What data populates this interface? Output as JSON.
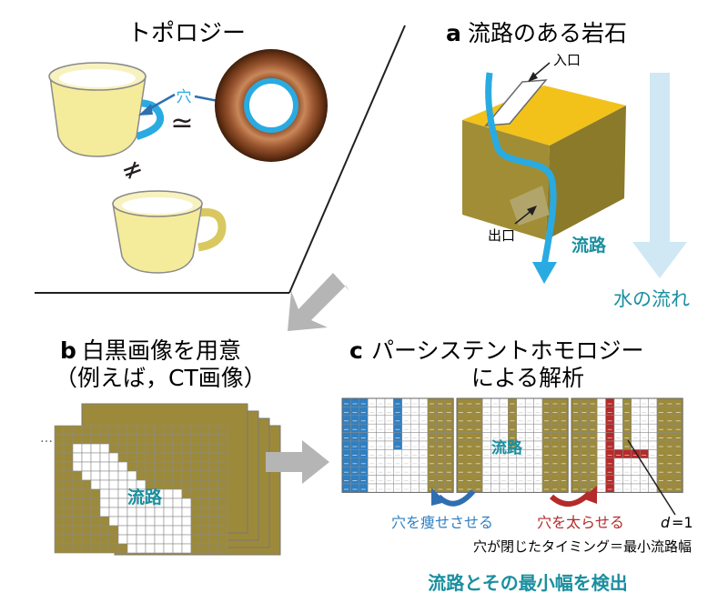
{
  "topology": {
    "title": "トポロジー",
    "hole_label": "穴",
    "homeomorphic_symbol": "≃",
    "not_homeomorphic_symbol": "≠"
  },
  "panel_a": {
    "letter": "a",
    "title": "流路のある岩石",
    "inlet_label": "入口",
    "outlet_label": "出口",
    "channel_label": "流路",
    "water_flow_label": "水の流れ"
  },
  "panel_b": {
    "letter": "b",
    "title_line1": "白黒画像を用意",
    "title_line2": "（例えば，CT画像）",
    "ellipsis": "…",
    "channel_label": "流路"
  },
  "panel_c": {
    "letter": "c",
    "title_line1": "パーシステントホモロジー",
    "title_line2": "による解析",
    "channel_label": "流路",
    "thin_label": "穴を痩せさせる",
    "thicken_label": "穴を太らせる",
    "d_label": "d",
    "d_value": "=1",
    "timing_text": "穴が閉じたタイミング＝最小流路幅",
    "conclusion": "流路とその最小幅を検出"
  },
  "colors": {
    "olive": "#9c8a3a",
    "blue": "#2f7fc1",
    "cyan": "#29abe2",
    "red": "#b52a2a",
    "gold": "#e8b923",
    "teal": "#1a8fa0",
    "light_blue": "#cfe8f3",
    "arrow_gray": "#b5b5b5"
  },
  "icons": [
    "cup-icon",
    "donut-icon",
    "rock-cube-icon",
    "image-stack-icon",
    "arrow-icon"
  ]
}
